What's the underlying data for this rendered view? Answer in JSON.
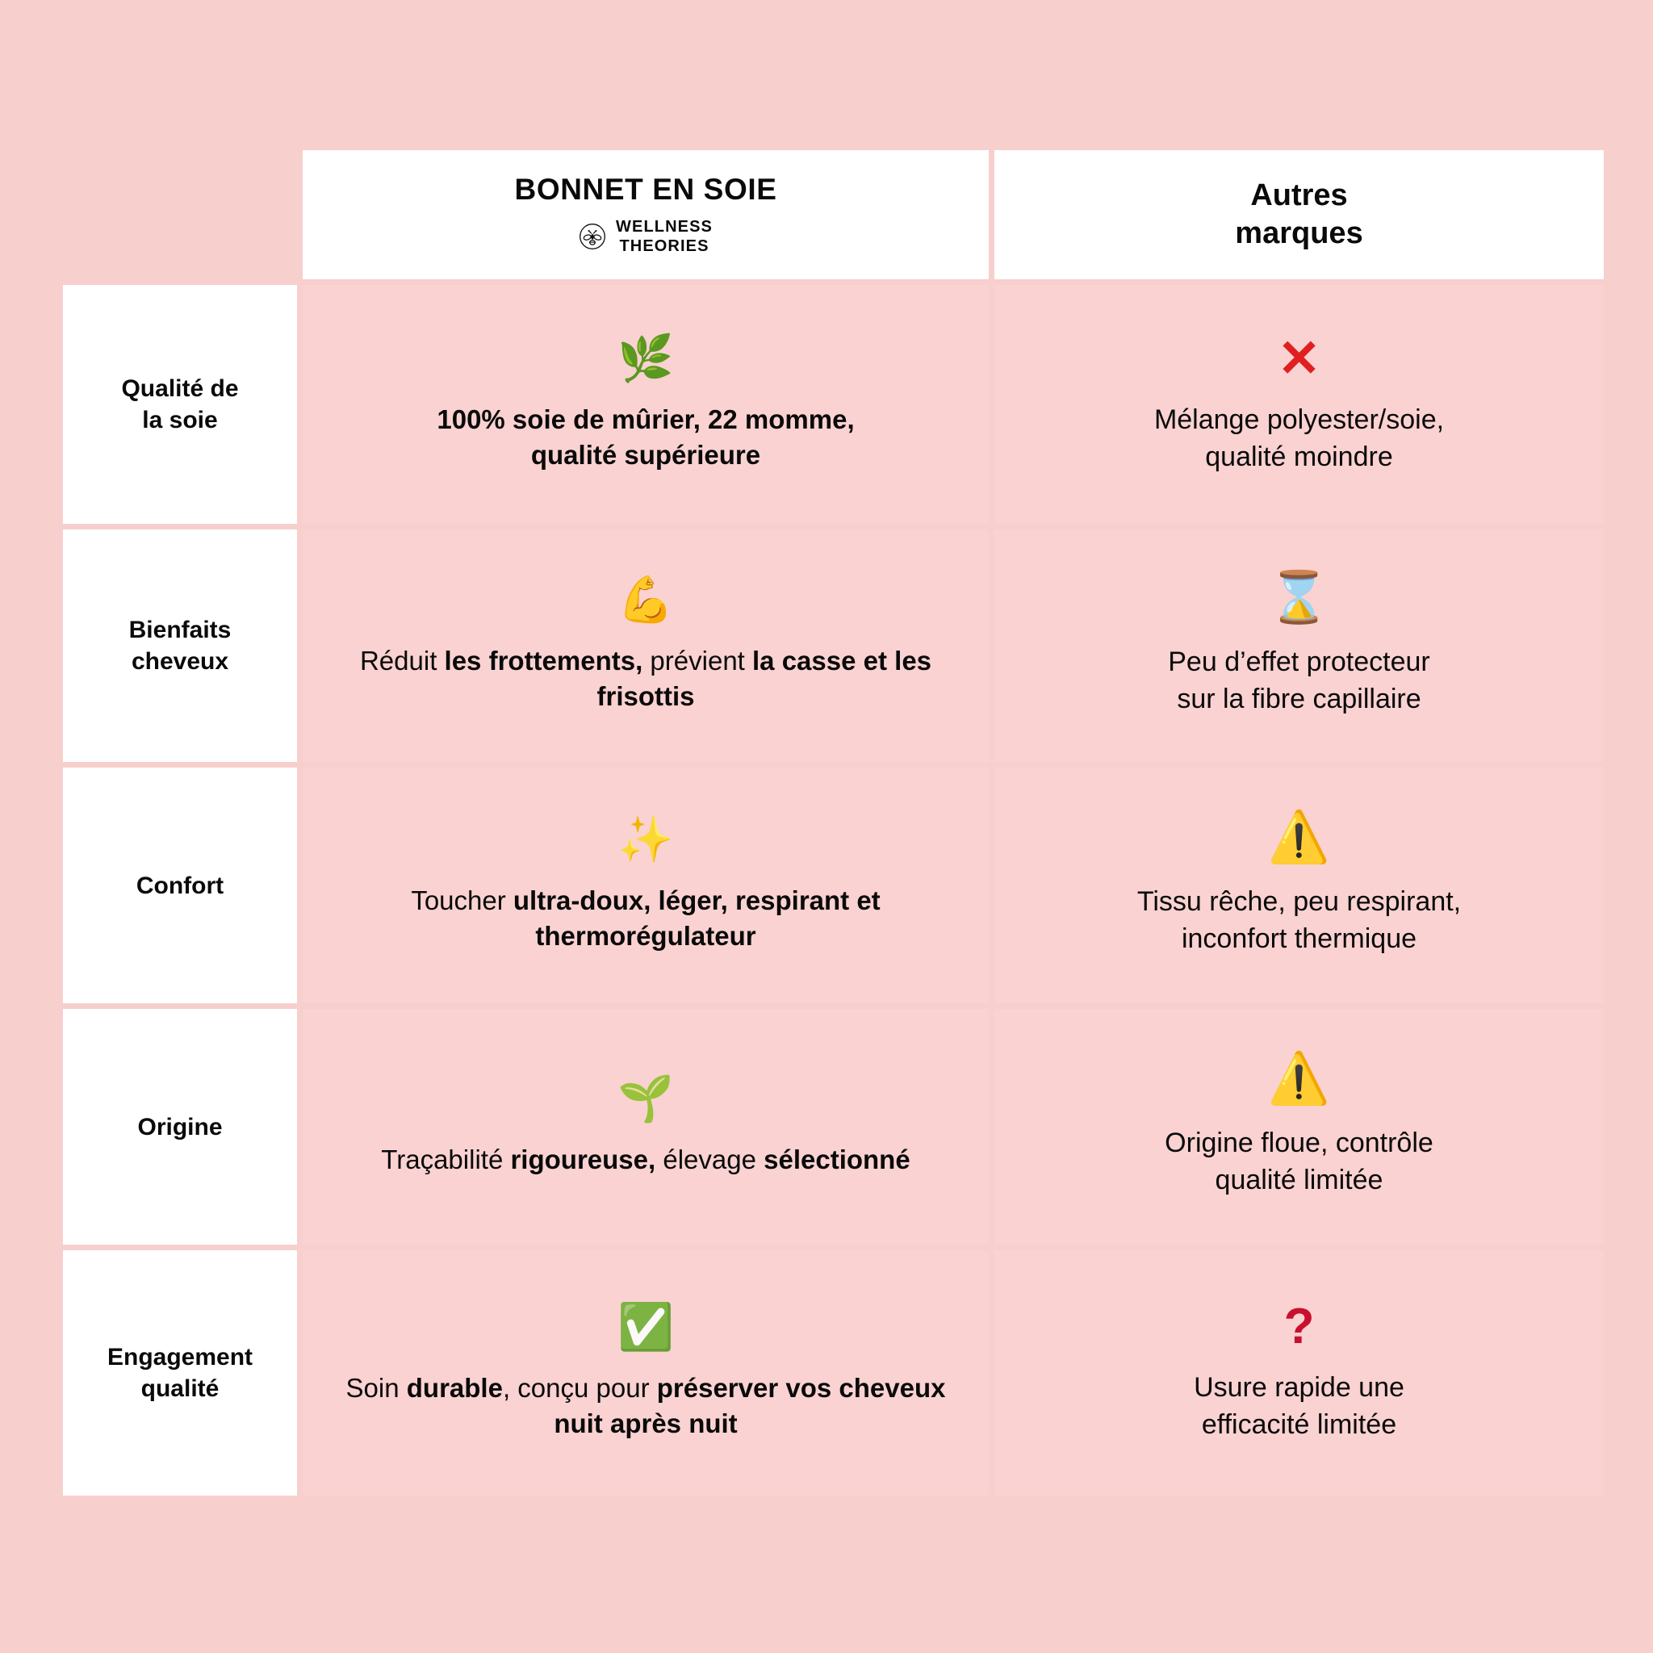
{
  "theme": {
    "page_background": "#F7CFCD",
    "cell_background": "#F9D2D1",
    "label_background": "#FFFFFF",
    "text_color": "#0A0A0A",
    "negative_color": "#E02020",
    "question_color": "#C8102E"
  },
  "header": {
    "label_column": "",
    "product": {
      "title": "BONNET EN SOIE",
      "brand_line_1": "WELLNESS",
      "brand_line_2": "THEORIES",
      "brand_icon": "bee-logo-icon"
    },
    "competitor": {
      "line_1": "Autres",
      "line_2": "marques"
    }
  },
  "rows": [
    {
      "label_line_1": "Qualité de",
      "label_line_2": "la soie",
      "product": {
        "icon": "herb-leaf-emoji",
        "emoji": "🌿",
        "line_1_plain": "",
        "line_1_bold": "100% soie de mûrier, 22 momme,",
        "line_2_bold": "qualité supérieure",
        "all_bold": true
      },
      "competitor": {
        "icon": "red-cross-mark-icon",
        "symbol": "✕",
        "symbol_kind": "cross",
        "line_1": "Mélange polyester/soie,",
        "line_2": "qualité moindre"
      }
    },
    {
      "label_line_1": "Bienfaits",
      "label_line_2": "cheveux",
      "product": {
        "icon": "flexed-biceps-emoji",
        "emoji": "💪",
        "segments": [
          {
            "text": "Réduit ",
            "bold": false
          },
          {
            "text": "les frottements,",
            "bold": true
          },
          {
            "text": " prévient ",
            "bold": false
          },
          {
            "text": "la casse et les frisottis",
            "bold": true
          }
        ],
        "all_bold": false
      },
      "competitor": {
        "icon": "hourglass-emoji",
        "symbol": "⌛",
        "symbol_kind": "emoji",
        "line_1": "Peu d’effet protecteur",
        "line_2": "sur la fibre capillaire"
      }
    },
    {
      "label_line_1": "Confort",
      "label_line_2": "",
      "product": {
        "icon": "sparkles-emoji",
        "emoji": "✨",
        "segments": [
          {
            "text": "Toucher ",
            "bold": false
          },
          {
            "text": "ultra-doux, léger, respirant et thermorégulateur",
            "bold": true
          }
        ],
        "all_bold": false
      },
      "competitor": {
        "icon": "warning-sign-emoji",
        "symbol": "⚠️",
        "symbol_kind": "emoji",
        "line_1": "Tissu rêche, peu respirant,",
        "line_2": "inconfort thermique"
      }
    },
    {
      "label_line_1": "Origine",
      "label_line_2": "",
      "product": {
        "icon": "seedling-emoji",
        "emoji": "🌱",
        "segments": [
          {
            "text": "Traçabilité ",
            "bold": false
          },
          {
            "text": "rigoureuse,",
            "bold": true
          },
          {
            "text": " élevage ",
            "bold": false
          },
          {
            "text": "sélectionné",
            "bold": true
          }
        ],
        "all_bold": false
      },
      "competitor": {
        "icon": "warning-sign-emoji",
        "symbol": "⚠️",
        "symbol_kind": "emoji",
        "line_1": "Origine floue, contrôle",
        "line_2": "qualité limitée"
      }
    },
    {
      "label_line_1": "Engagement",
      "label_line_2": "qualité",
      "product": {
        "icon": "white-check-mark-emoji",
        "emoji": "✅",
        "segments": [
          {
            "text": "Soin ",
            "bold": false
          },
          {
            "text": "durable",
            "bold": true
          },
          {
            "text": ", conçu pour ",
            "bold": false
          },
          {
            "text": "préserver vos cheveux nuit après nuit",
            "bold": true
          }
        ],
        "all_bold": false
      },
      "competitor": {
        "icon": "red-question-mark-icon",
        "symbol": "?",
        "symbol_kind": "question",
        "line_1": "Usure rapide une",
        "line_2": "efficacité limitée"
      }
    }
  ]
}
